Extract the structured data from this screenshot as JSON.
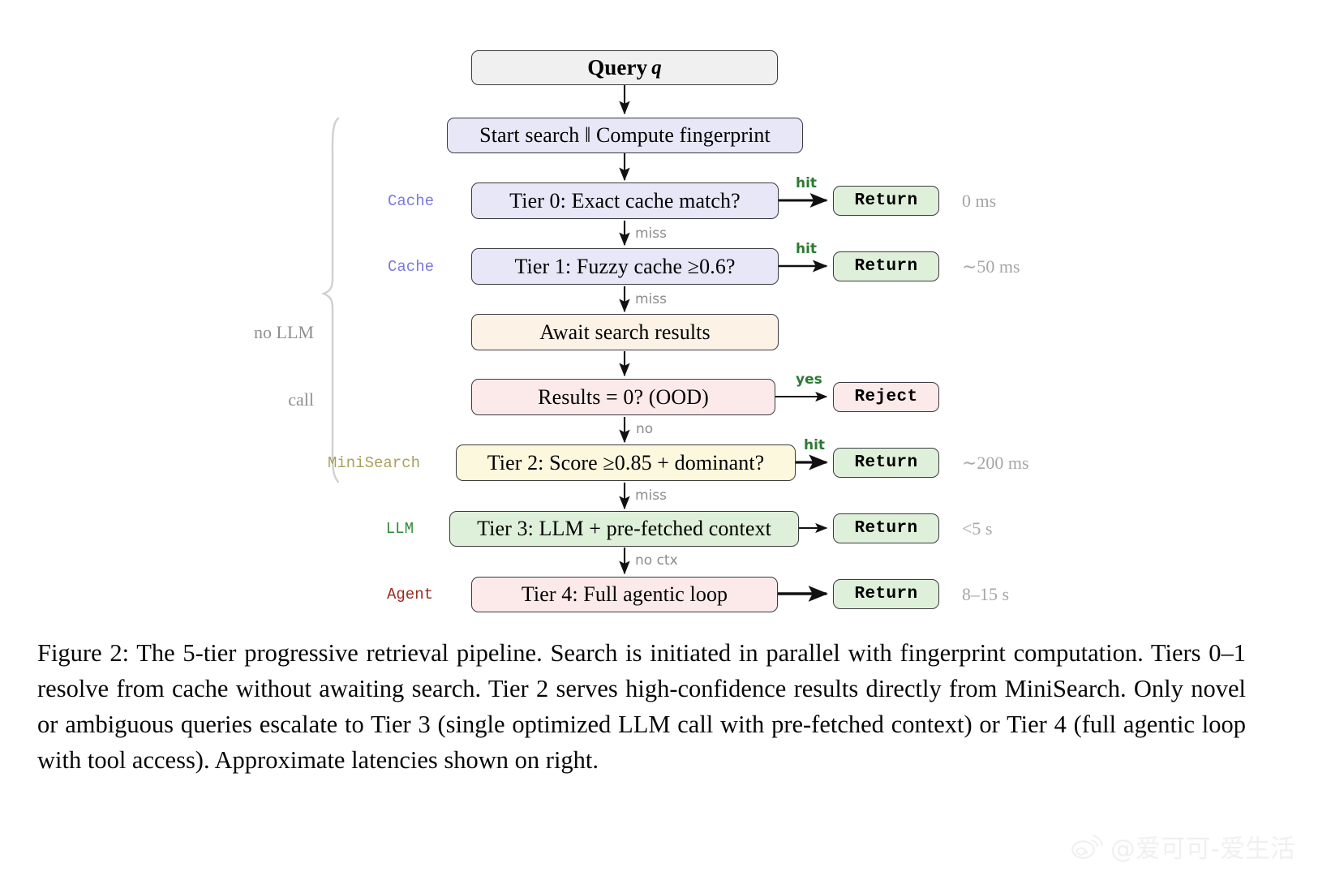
{
  "figure": {
    "number": "Figure 2",
    "caption": "Figure 2: The 5-tier progressive retrieval pipeline. Search is initiated in parallel with fingerprint computation. Tiers 0–1 resolve from cache without awaiting search. Tier 2 serves high-confidence results directly from MiniSearch. Only novel or ambiguous queries escalate to Tier 3 (single optimized LLM call with pre-fetched context) or Tier 4 (full agentic loop with tool access). Approximate latencies shown on right."
  },
  "diagram": {
    "title": "5-tier progressive retrieval pipeline",
    "nodes": {
      "query": {
        "label": "Query",
        "italic": "q"
      },
      "start": {
        "label": "Start search ‖ Compute fingerprint"
      },
      "tier0": {
        "label": "Tier 0: Exact cache match?"
      },
      "tier1": {
        "label": "Tier 1: Fuzzy cache ≥0.6?"
      },
      "await": {
        "label": "Await search results"
      },
      "ood": {
        "label": "Results = 0?  (OOD)"
      },
      "tier2": {
        "label": "Tier 2: Score ≥0.85 + dominant?"
      },
      "tier3": {
        "label": "Tier 3: LLM + pre-fetched context"
      },
      "tier4": {
        "label": "Tier 4: Full agentic loop"
      }
    },
    "terminals": {
      "return0": "Return",
      "return1": "Return",
      "reject": "Reject",
      "return2": "Return",
      "return3": "Return",
      "return4": "Return"
    },
    "tier_tags": [
      {
        "key": "tier0",
        "label": "Cache",
        "color": "#7b79e0"
      },
      {
        "key": "tier1",
        "label": "Cache",
        "color": "#7b79e0"
      },
      {
        "key": "tier2",
        "label": "MiniSearch",
        "color": "#a9a05a"
      },
      {
        "key": "tier3",
        "label": "LLM",
        "color": "#2e8b35"
      },
      {
        "key": "tier4",
        "label": "Agent",
        "color": "#9c2b1e"
      }
    ],
    "edge_labels": {
      "hit0": "hit",
      "miss0": "miss",
      "hit1": "hit",
      "miss1": "miss",
      "yes_ood": "yes",
      "no_ood": "no",
      "hit2": "hit",
      "miss2": "miss",
      "no_ctx": "no ctx"
    },
    "latencies": [
      {
        "key": "tier0",
        "value": "0 ms"
      },
      {
        "key": "tier1",
        "value": "∼50 ms"
      },
      {
        "key": "tier2",
        "value": "∼200 ms"
      },
      {
        "key": "tier3",
        "value": "<5 s"
      },
      {
        "key": "tier4",
        "value": "8–15 s"
      }
    ],
    "brace": {
      "line1": "no LLM",
      "line2": "call"
    },
    "colors": {
      "lavender": "#e7e7f8",
      "cream": "#fdf2e6",
      "pink": "#fbeae9",
      "yellow": "#fbf8dd",
      "green": "#dff0da",
      "grey": "#f0f0f0",
      "stroke": "#3a3a42",
      "hit_green": "#2c7a32",
      "label_grey": "#8c8c8c"
    }
  },
  "watermark": {
    "handle": "@爱可可-爱生活"
  }
}
